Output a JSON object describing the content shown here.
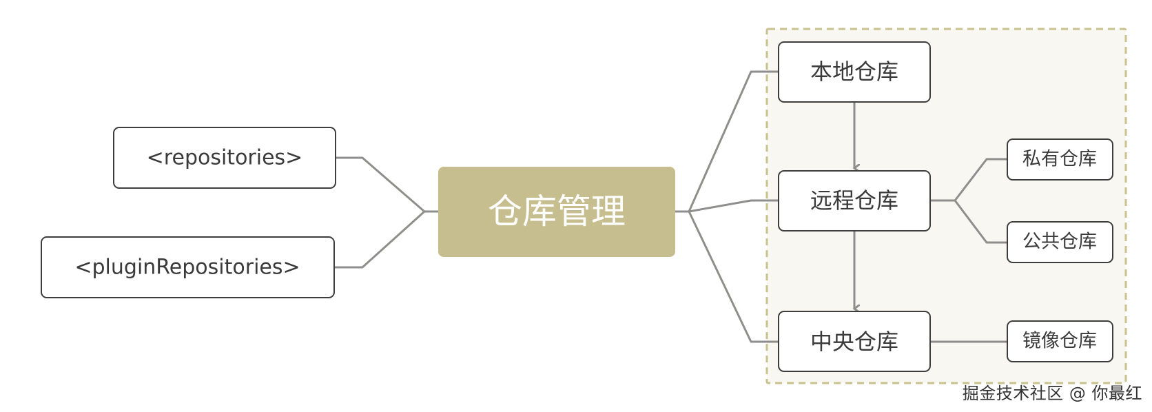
{
  "center": {
    "label": "仓库管理"
  },
  "left_nodes": [
    {
      "label": "<repositories>"
    },
    {
      "label": "<pluginRepositories>"
    }
  ],
  "right_nodes": {
    "local": {
      "label": "本地仓库"
    },
    "remote": {
      "label": "远程仓库"
    },
    "central": {
      "label": "中央仓库"
    }
  },
  "remote_children": [
    {
      "label": "私有仓库"
    },
    {
      "label": "公共仓库"
    }
  ],
  "central_children": [
    {
      "label": "镜像仓库"
    }
  ],
  "watermark": "掘金技术社区 @ 你最红",
  "colors": {
    "central_fill": "#c6be8e",
    "group_fill": "#f8f7f1",
    "group_border": "#c9c28f",
    "connector": "#8e8e8c",
    "node_border": "#3d3d3d"
  }
}
